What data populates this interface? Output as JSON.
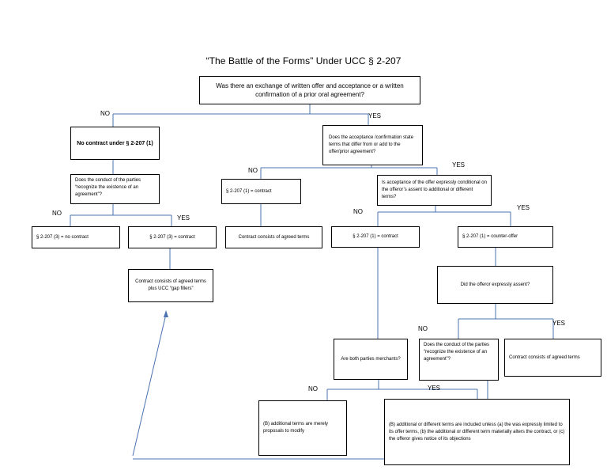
{
  "title": "“The Battle of the Forms” Under UCC § 2-207",
  "labels": {
    "no": "NO",
    "yes": "YES"
  },
  "nodes": {
    "q_exchange": "Was there an exchange of written offer and acceptance or a written confirmation of a prior oral agreement?",
    "no_contract_1": "No contract under § 2-207 (1)",
    "q_terms_differ": "Does the acceptance /confirmation state terms that differ from or add to the offer/prior agreement?",
    "q_conduct_1": "Does the conduct of the parties “recognize the existence of an agreement”?",
    "contract_207_1_a": "§ 2-207 (1) = contract",
    "q_conditional": "Is acceptance of the offer expressly conditional on the offeror’s assent to additional or different terms?",
    "no_contract_3": "§ 2-207 (3) = no contract",
    "contract_207_3": "§ 2-207 (3) = contract",
    "agreed_terms_a": "Contract consists of agreed terms",
    "contract_207_1_b": "§ 2-207 (1) = contract",
    "counter_offer": "§ 2-207 (1) = counter-offer",
    "gap_fillers": "Contract consists of agreed terms plus UCC “gap fillers”",
    "q_assent": "Did the offeror expressly assent?",
    "q_merchants": "Are both parties merchants?",
    "q_conduct_2": "Does the conduct of the parties “recognize the existence of an agreement”?",
    "agreed_terms_b": "Contract consists of agreed terms",
    "proposals": "(B) additional terms are merely proposals to modify",
    "included": "(B) additional or different terms are included unless (a) the was expressly limited to its offer terms, (b) the additional or different term materially alters the contract, or (c) the offeror gives notice of its objections"
  },
  "colors": {
    "line": "#4a72b0",
    "border": "#000000"
  }
}
